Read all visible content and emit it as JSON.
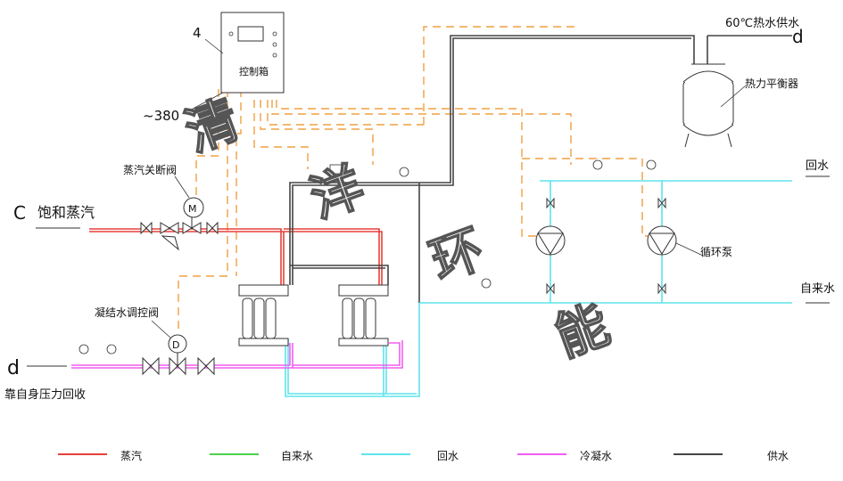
{
  "labels": {
    "tag_number": "4",
    "control_box": "控制箱",
    "voltage": "~380",
    "saturated_steam": "饱和蒸汽",
    "steam_shutoff_valve": "蒸汽关断阀",
    "condensate_valve": "凝结水调控阀",
    "self_pressure_recovery": "靠自身压力回收",
    "hot_water_supply": "60℃热水供水",
    "heat_balancer": "热力平衡器",
    "return_water": "回水",
    "tap_water": "自来水",
    "circulation_pump": "循环泵"
  },
  "legend": [
    {
      "label": "蒸汽",
      "color": "#e8403a"
    },
    {
      "label": "自来水",
      "color": "#4cd14c"
    },
    {
      "label": "回水",
      "color": "#5fe3ec"
    },
    {
      "label": "冷凝水",
      "color": "#f05ef0"
    },
    {
      "label": "供水",
      "color": "#444444"
    }
  ],
  "watermark": [
    "清",
    "洋",
    "环",
    "能"
  ],
  "colors": {
    "steam": "#e8403a",
    "tap": "#4cd14c",
    "return": "#5fe3ec",
    "condensate": "#f05ef0",
    "supply": "#444444",
    "control": "#f0a040"
  }
}
